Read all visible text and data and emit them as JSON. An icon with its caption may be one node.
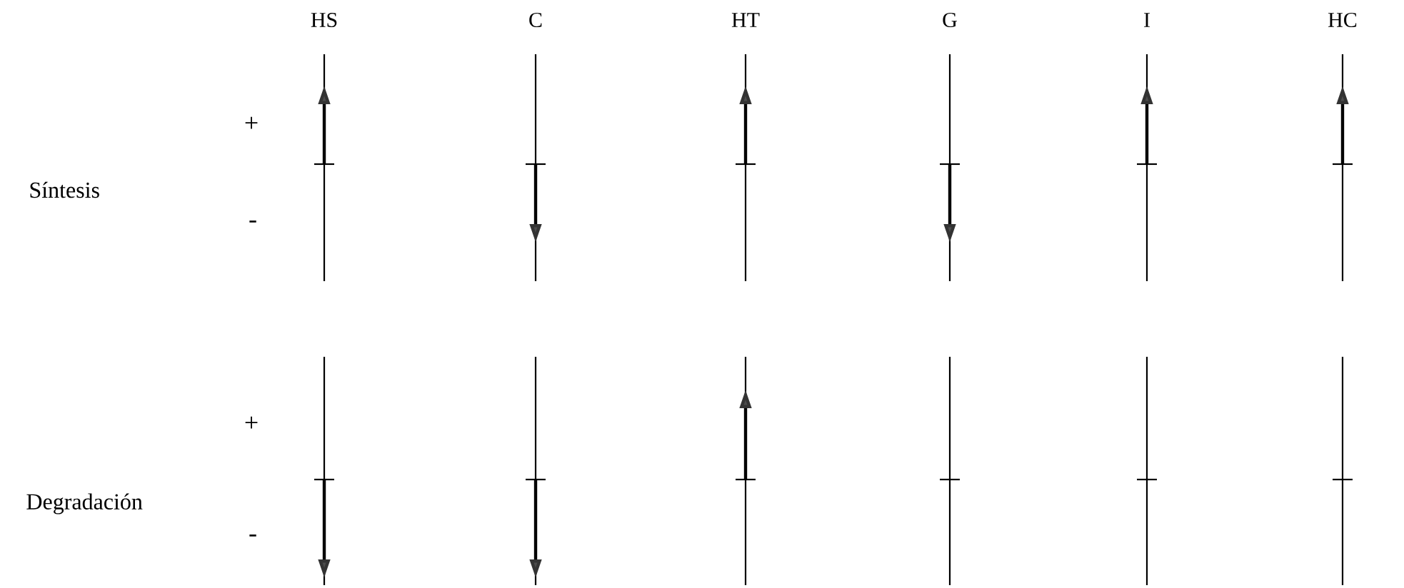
{
  "diagram": {
    "labels": [
      "HS",
      "C",
      "HT",
      "G",
      "I",
      "HC",
      "+",
      "Síntesis",
      "-",
      "+",
      "Degradación",
      "-"
    ]
  }
}
